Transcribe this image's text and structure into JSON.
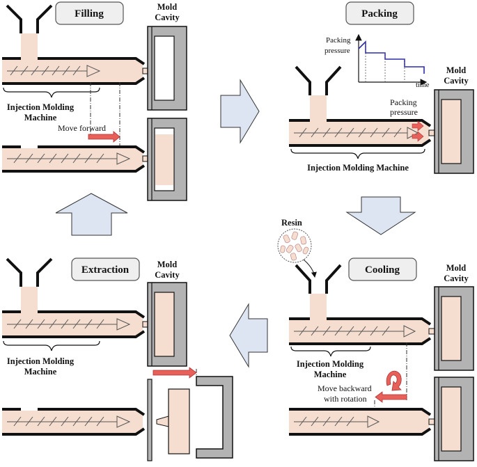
{
  "stages": {
    "filling": "Filling",
    "packing": "Packing",
    "cooling": "Cooling",
    "extraction": "Extraction"
  },
  "labels": {
    "machine_line1": "Injection Molding",
    "machine_line2": "Machine",
    "machine_full": "Injection Molding Machine",
    "mold_line1": "Mold",
    "mold_line2": "Cavity",
    "move_forward": "Move forward",
    "packing_pressure_line1": "Packing",
    "packing_pressure_line2": "pressure",
    "time": "time",
    "resin": "Resin",
    "move_backward_line1": "Move backward",
    "move_backward_line2": "with rotation"
  },
  "colors": {
    "resin_fill": "#f5ddd0",
    "mold_gray": "#b3b3b3",
    "flow_arrow": "#dde4f2",
    "red_arrow": "#e8605a",
    "chart_line": "#2a2aa8"
  }
}
